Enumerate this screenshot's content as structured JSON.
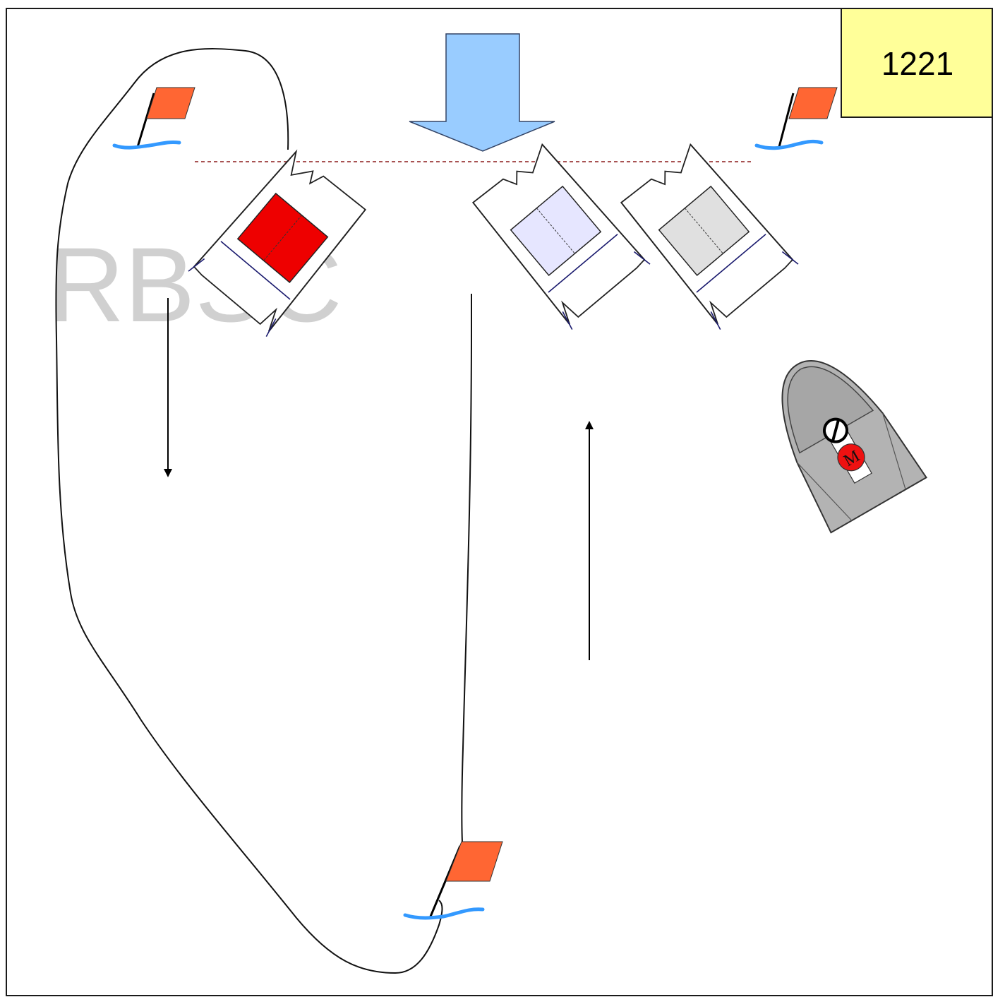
{
  "diagram": {
    "situation_number": "1221",
    "watermark": "RBSC",
    "committee_boat_flag": "M"
  },
  "colors": {
    "flag": "#ff6633",
    "water": "#3399ff",
    "wind_arrow": "#99ccff",
    "label_box": "#ffff99",
    "boat_red": "#ee0000",
    "boat_lavender": "#e6e6ff",
    "boat_grey": "#e0e0e0",
    "committee_boat": "#b3b3b3",
    "committee_flag": "#ee1111"
  },
  "icons": [
    "wind-arrow-icon",
    "flag-icon",
    "catamaran-icon",
    "committee-boat-icon",
    "direction-arrow-icon"
  ]
}
